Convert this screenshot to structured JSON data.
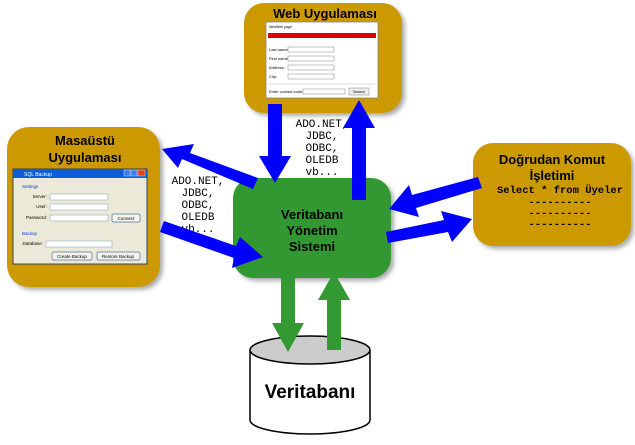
{
  "dbms": {
    "title": [
      "Veritabanı",
      "Yönetim",
      "Sistemi"
    ]
  },
  "database": {
    "label": "Veritabanı"
  },
  "web_app": {
    "title": "Web Uygulaması",
    "mock": {
      "header": "NewWeb page",
      "fields": [
        "Last name:",
        "First name:",
        "Address:",
        "City:"
      ],
      "contact_label": "Enter contact code:",
      "search_button": "Search"
    }
  },
  "desktop_app": {
    "title": [
      "Masaüstü",
      "Uygulaması"
    ],
    "mock": {
      "window_title": "SQL Backup",
      "settings_group": "Settings",
      "server_label": "Server:",
      "user_label": "User:",
      "password_label": "Password:",
      "connect_button": "Connect",
      "backup_group": "Backup",
      "database_label": "Database:",
      "create_button": "Create Backup",
      "restore_button": "Restore Backup"
    }
  },
  "direct_command": {
    "title": [
      "Doğrudan Komut",
      "İşletimi"
    ],
    "query": "Select * from Üyeler",
    "dashes": [
      "----------",
      "----------",
      "----------"
    ]
  },
  "api_list_top": [
    "ADO.NET,",
    "JDBC,",
    "ODBC,",
    "OLEDB",
    "vb..."
  ],
  "api_list_left": [
    "ADO.NET,",
    "JDBC,",
    "ODBC,",
    "OLEDB",
    "vb..."
  ],
  "colors": {
    "gold": "#CC9900",
    "green": "#339933",
    "blue": "#0000FF",
    "arrow_green": "#339933"
  }
}
